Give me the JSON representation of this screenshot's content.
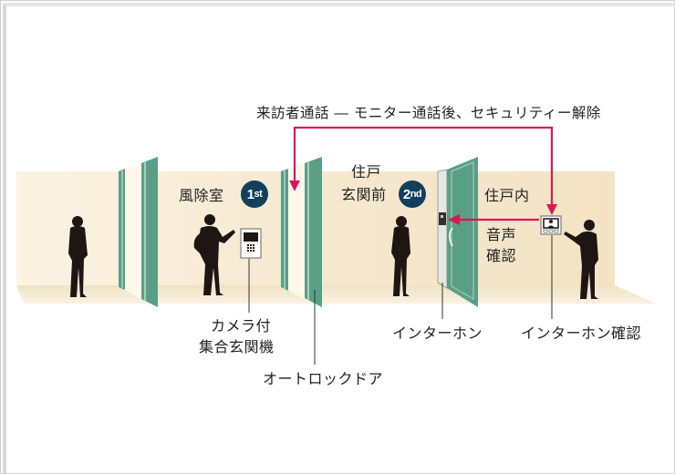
{
  "title_flow": "来訪者通話 ― モニター通話後、セキュリティー解除",
  "zones": {
    "vestibule": {
      "label": "風除室",
      "step": "1",
      "step_suffix": "st"
    },
    "entrance": {
      "label_line1": "住戸",
      "label_line2": "玄関前",
      "step": "2",
      "step_suffix": "nd"
    },
    "inside": {
      "label": "住戸内"
    }
  },
  "voice_check": {
    "line1": "音声",
    "line2": "確認"
  },
  "callouts": {
    "panel_line1": "カメラ付",
    "panel_line2": "集合玄関機",
    "autolock": "オートロックドア",
    "intercom": "インターホン",
    "intercom_check": "インターホン確認"
  },
  "colors": {
    "arrow": "#d8185a",
    "door_green": "#5a9e86",
    "badge": "#123f5e",
    "wall": "#f7ecd6",
    "silhouette": "#1e1612"
  }
}
